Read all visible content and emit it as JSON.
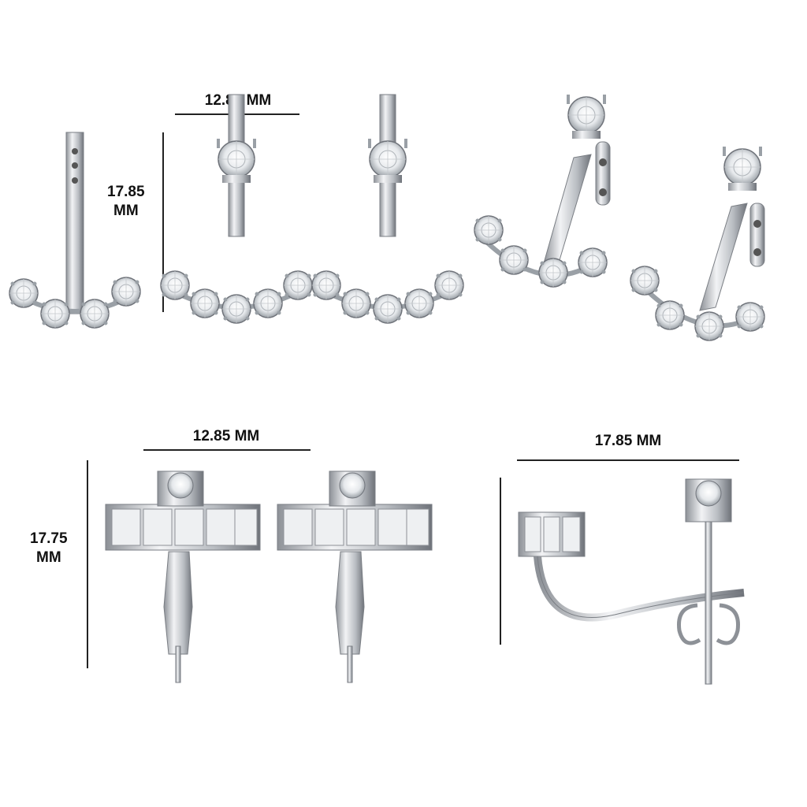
{
  "dimensions": {
    "top_width": "12.85 MM",
    "top_height_line1": "17.85",
    "top_height_line2": "MM",
    "bottom_width": "12.85 MM",
    "bottom_height_line1": "17.75",
    "bottom_height_line2": "MM",
    "side_width": "17.85 MM"
  },
  "colors": {
    "metal": "#c9ccd0",
    "metal_dark": "#7a7e84",
    "stone": "#f4f6f8",
    "rule": "#222222"
  }
}
